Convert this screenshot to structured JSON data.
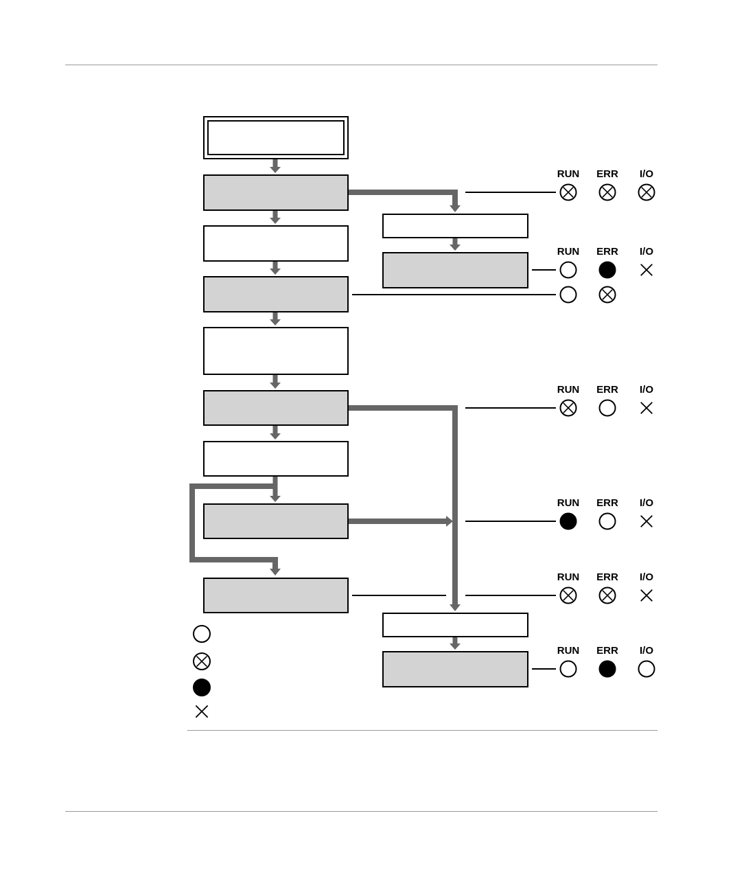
{
  "colors": {
    "flow": "#666666",
    "step_fill": "#d3d3d3",
    "box_fill": "#ffffff",
    "stroke": "#000000",
    "rule": "#999999"
  },
  "led_labels": [
    "RUN",
    "ERR",
    "I/O"
  ],
  "led_panels": [
    {
      "id": "panel-1",
      "states": [
        "blinking",
        "blinking",
        "blinking"
      ]
    },
    {
      "id": "panel-2",
      "states": [
        "off",
        "on",
        "not-relevant"
      ]
    },
    {
      "id": "panel-2b",
      "states": [
        "off",
        "blinking"
      ]
    },
    {
      "id": "panel-3",
      "states": [
        "blinking",
        "off",
        "not-relevant"
      ]
    },
    {
      "id": "panel-4",
      "states": [
        "on",
        "off",
        "not-relevant"
      ]
    },
    {
      "id": "panel-5",
      "states": [
        "blinking",
        "blinking",
        "not-relevant"
      ]
    },
    {
      "id": "panel-6",
      "states": [
        "off",
        "on",
        "off"
      ]
    }
  ],
  "legend": [
    "off",
    "blinking",
    "on",
    "not-relevant"
  ],
  "icons": {
    "off": "circle-outline-icon",
    "blinking": "circle-x-icon",
    "on": "circle-filled-icon",
    "not-relevant": "cross-icon"
  }
}
